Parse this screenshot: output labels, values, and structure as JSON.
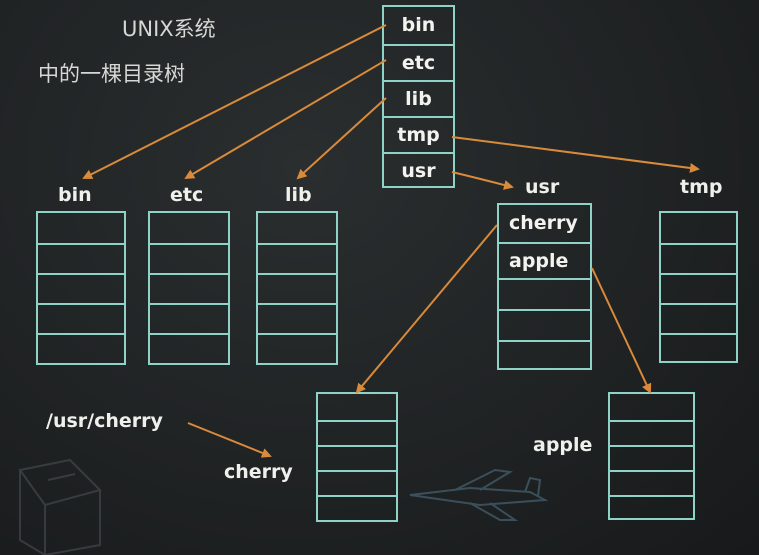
{
  "title": {
    "line1": "UNIX系统",
    "line2": "中的一棵目录树"
  },
  "root_dir": {
    "entries": [
      "bin",
      "etc",
      "lib",
      "tmp",
      "usr"
    ]
  },
  "subdirs": {
    "bin": {
      "label": "bin"
    },
    "etc": {
      "label": "etc"
    },
    "lib": {
      "label": "lib"
    },
    "usr": {
      "label": "usr",
      "entries": [
        "cherry",
        "apple"
      ]
    },
    "tmp": {
      "label": "tmp"
    }
  },
  "files": {
    "cherry": {
      "label": "cherry"
    },
    "apple": {
      "label": "apple"
    }
  },
  "path_label": "/usr/cherry",
  "colors": {
    "chalk_box": "#8fd3c8",
    "arrow": "#d98a3a",
    "board": "#1c1f20"
  }
}
